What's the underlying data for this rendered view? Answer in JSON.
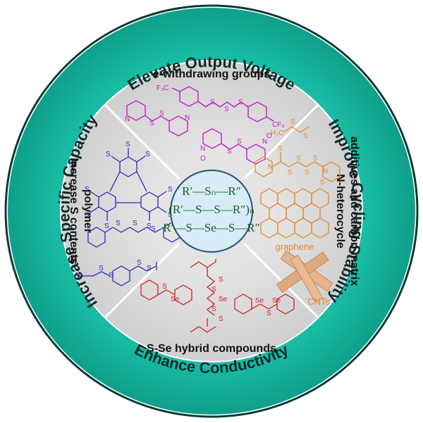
{
  "ring": {
    "top": "Elevate Output Voltage",
    "left": "Increase Specific Capacity",
    "right": "Improve Cycling Stability",
    "bottom": "Enhance Conductivity"
  },
  "sectors": {
    "top": "e-withdrawing groups",
    "left_1": "polymer",
    "left_2": "increase S contents",
    "right_1": "N-heterocycle",
    "right_2": "additives and carbon matrix",
    "bottom": "S-Se hybrid compounds"
  },
  "labels": {
    "graphene": "graphene",
    "cnts": "CNTs"
  },
  "atoms": {
    "cf3": "CF₃",
    "f3c": "F₃C",
    "s": "S",
    "se": "Se",
    "n": "N",
    "o": "O",
    "h3c": "H₃C"
  },
  "center": {
    "line1": "R′—Sₙ—R″",
    "line2": "(R′—S—S—R″)ₙ",
    "line3": "R′—S—Se—S—R″"
  },
  "colors": {
    "ring": "#18b9a2",
    "inner": "#d9d9d9",
    "center": "#d7ecf7",
    "magenta": "#c21ec2",
    "blue": "#2a2ab8",
    "red": "#d02020",
    "orange": "#e8852a",
    "green": "#1b5e20"
  }
}
